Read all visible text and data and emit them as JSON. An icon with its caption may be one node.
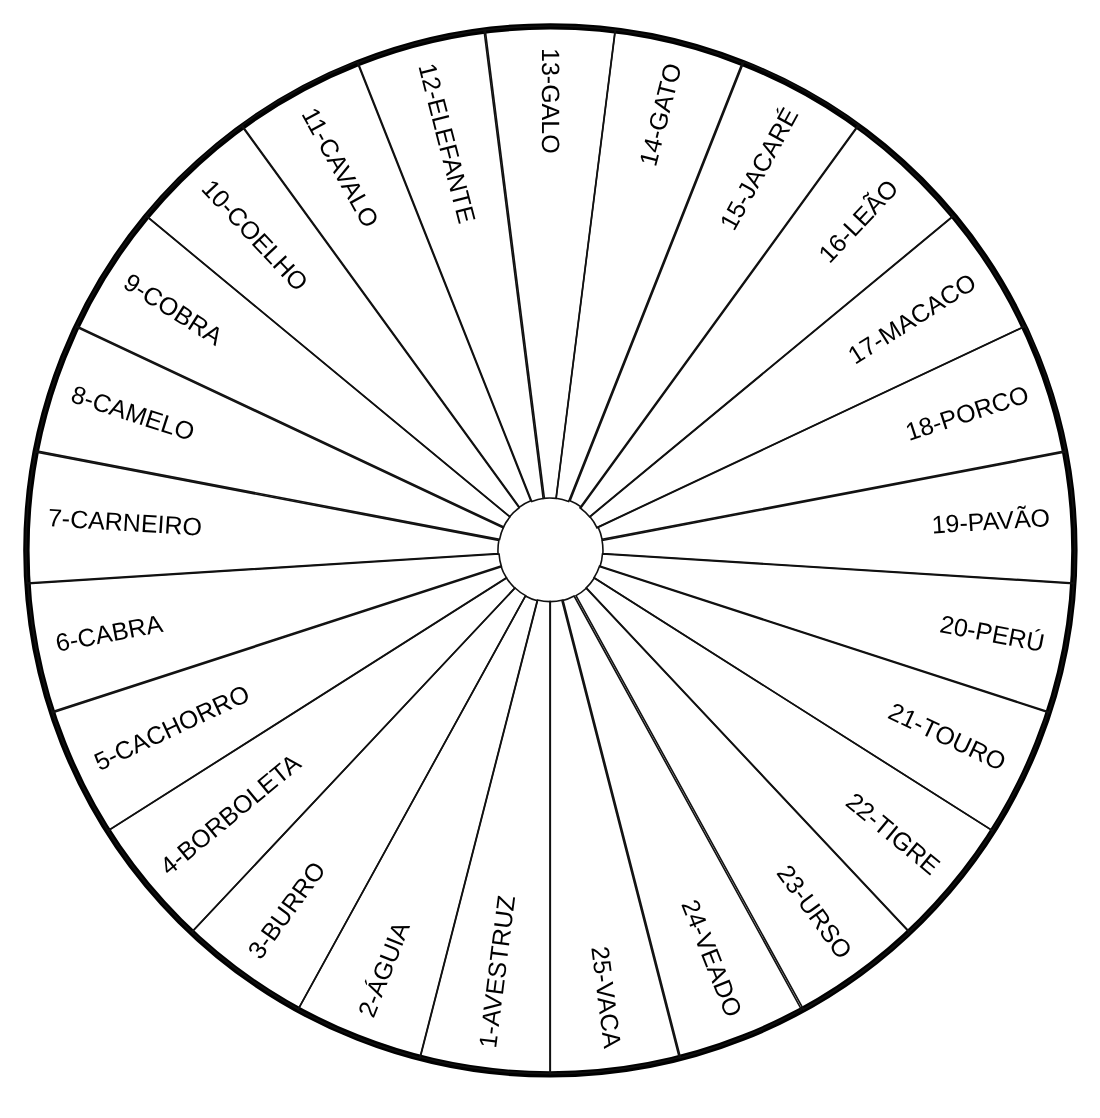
{
  "diagram": {
    "nodes": [
      {
        "text": [
          "1-AVESTRUZ"
        ]
      },
      {
        "text": [
          "2-ÁGUIA"
        ]
      },
      {
        "text": [
          "3-BURRO"
        ]
      },
      {
        "text": [
          "4-BORBOLETA"
        ]
      },
      {
        "text": [
          "5-CACHORRO"
        ]
      },
      {
        "text": [
          "6-CABRA"
        ]
      },
      {
        "text": [
          "7-CARNEIRO"
        ]
      },
      {
        "text": [
          "8-CAMELO"
        ]
      },
      {
        "text": [
          "9-COBRA"
        ]
      },
      {
        "text": [
          "10-COELHO"
        ]
      },
      {
        "text": [
          "11-CAVALO"
        ]
      },
      {
        "text": [
          "12-ELEFANTE"
        ]
      },
      {
        "text": [
          "13-GALO"
        ]
      },
      {
        "text": [
          "14-GATO"
        ]
      },
      {
        "text": [
          "15-JACARÉ"
        ]
      },
      {
        "text": [
          "16-LEÃO"
        ]
      },
      {
        "text": [
          "17-MACACO"
        ]
      },
      {
        "text": [
          "18-PORCO"
        ]
      },
      {
        "text": [
          "19-PAVÃO"
        ]
      },
      {
        "text": [
          "20-PERÚ"
        ]
      },
      {
        "text": [
          "21-TOURO"
        ]
      },
      {
        "text": [
          "22-TIGRE"
        ]
      },
      {
        "text": [
          "23-URSO"
        ]
      },
      {
        "text": [
          "24-VEADO"
        ]
      },
      {
        "text": [
          "25-VACA"
        ]
      }
    ]
  }
}
